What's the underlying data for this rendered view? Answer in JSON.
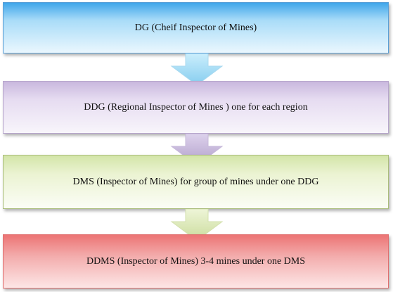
{
  "diagram": {
    "nodes": [
      {
        "label": "DG (Cheif Inspector of Mines)"
      },
      {
        "label": "DDG (Regional Inspector of Mines ) one for each region"
      },
      {
        "label": "DMS (Inspector of Mines) for group of mines under one DDG"
      },
      {
        "label": "DDMS (Inspector of Mines) 3-4 mines under one DMS"
      }
    ],
    "colors": {
      "node1": "#8fd0f4",
      "node2": "#dccfea",
      "node3": "#e4efc3",
      "node4": "#f08d8d",
      "arrow1": "#9fd8f2",
      "arrow2": "#c3b2d8",
      "arrow3": "#d9e7b3"
    }
  }
}
